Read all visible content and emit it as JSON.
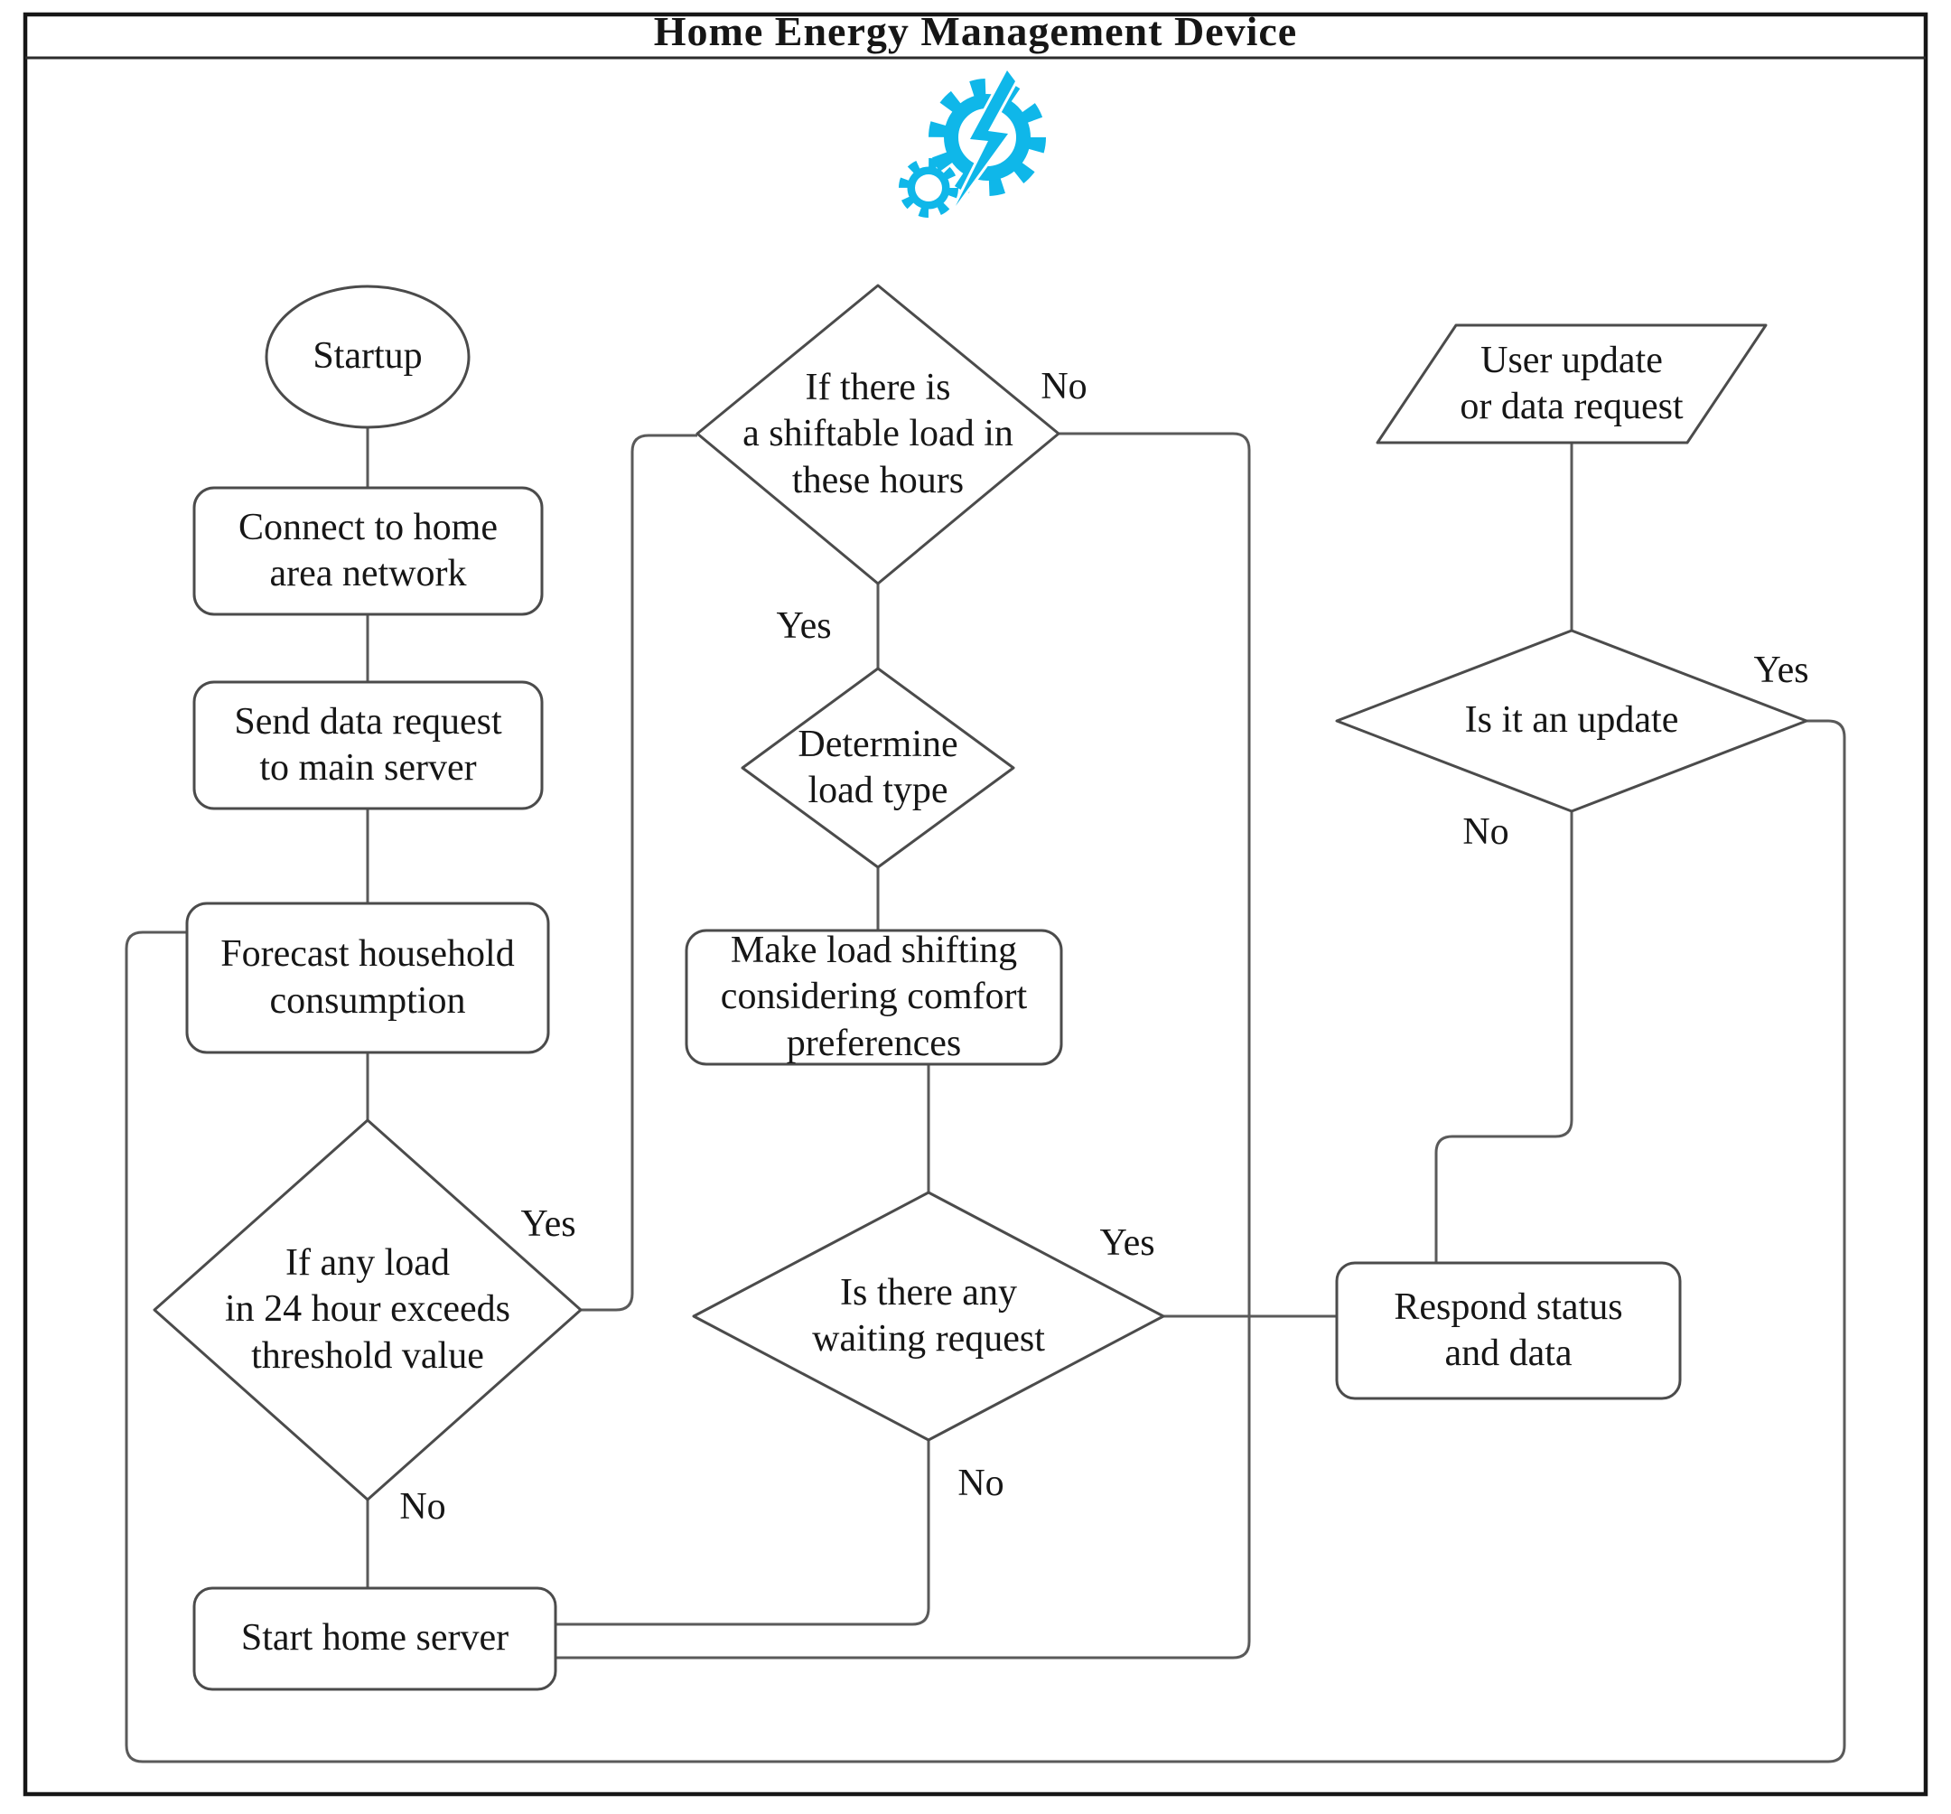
{
  "title": "Home Energy Management Device",
  "header": {
    "icon": "gear-lightning-icon",
    "icon_color": "#0fb7e9"
  },
  "colors": {
    "background": "#ffffff",
    "border": "#161616",
    "shape_outline": "#4b4b4b",
    "connector": "#5a5a5a",
    "text": "#161616",
    "icon_accent": "#0fb7e9"
  },
  "nodes": [
    {
      "id": "startup",
      "shape": "ellipse",
      "label": "Startup"
    },
    {
      "id": "connect-han",
      "shape": "process",
      "label": "Connect to home\narea network"
    },
    {
      "id": "send-data-request",
      "shape": "process",
      "label": "Send data request\nto main server"
    },
    {
      "id": "forecast-consumption",
      "shape": "process",
      "label": "Forecast household\nconsumption"
    },
    {
      "id": "threshold-decision",
      "shape": "decision",
      "label": "If any load\nin 24 hour exceeds\nthreshold value"
    },
    {
      "id": "start-home-server",
      "shape": "process",
      "label": "Start home server"
    },
    {
      "id": "shiftable-load-decision",
      "shape": "decision",
      "label": "If there is\na shiftable load in\nthese hours"
    },
    {
      "id": "determine-load-type",
      "shape": "decision",
      "label": "Determine\nload type"
    },
    {
      "id": "make-load-shifting",
      "shape": "process",
      "label": "Make load shifting\nconsidering comfort\npreferences"
    },
    {
      "id": "waiting-request-decision",
      "shape": "decision",
      "label": "Is there any\nwaiting request"
    },
    {
      "id": "user-update-request",
      "shape": "io",
      "label": "User update\nor data request"
    },
    {
      "id": "is-update-decision",
      "shape": "decision",
      "label": "Is it an update"
    },
    {
      "id": "respond-status",
      "shape": "process",
      "label": "Respond status\nand data"
    }
  ],
  "edges": [
    {
      "from": "startup",
      "to": "connect-han",
      "label": ""
    },
    {
      "from": "connect-han",
      "to": "send-data-request",
      "label": ""
    },
    {
      "from": "send-data-request",
      "to": "forecast-consumption",
      "label": ""
    },
    {
      "from": "forecast-consumption",
      "to": "threshold-decision",
      "label": ""
    },
    {
      "from": "threshold-decision",
      "to": "shiftable-load-decision",
      "label": "Yes"
    },
    {
      "from": "threshold-decision",
      "to": "start-home-server",
      "label": "No"
    },
    {
      "from": "shiftable-load-decision",
      "to": "determine-load-type",
      "label": "Yes"
    },
    {
      "from": "shiftable-load-decision",
      "to": "start-home-server",
      "label": "No"
    },
    {
      "from": "determine-load-type",
      "to": "make-load-shifting",
      "label": ""
    },
    {
      "from": "make-load-shifting",
      "to": "waiting-request-decision",
      "label": ""
    },
    {
      "from": "waiting-request-decision",
      "to": "respond-status",
      "label": "Yes"
    },
    {
      "from": "waiting-request-decision",
      "to": "start-home-server",
      "label": "No"
    },
    {
      "from": "user-update-request",
      "to": "is-update-decision",
      "label": ""
    },
    {
      "from": "is-update-decision",
      "to": "forecast-consumption",
      "label": "Yes"
    },
    {
      "from": "is-update-decision",
      "to": "respond-status",
      "label": "No"
    }
  ]
}
